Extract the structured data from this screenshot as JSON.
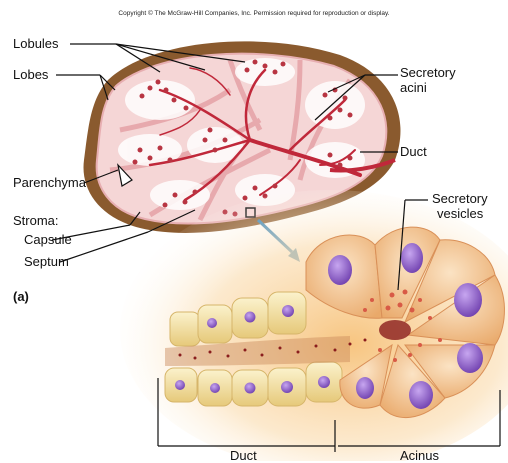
{
  "copyright": "Copyright © The McGraw-Hill Companies, Inc. Permission required for reproduction or display.",
  "labels": {
    "lobules": "Lobules",
    "lobes": "Lobes",
    "secretory_acini_line1": "Secretory",
    "secretory_acini_line2": "acini",
    "duct_top": "Duct",
    "parenchyma": "Parenchyma",
    "stroma": "Stroma:",
    "capsule": "Capsule",
    "septum": "Septum",
    "secretory_vesicles_line1": "Secretory",
    "secretory_vesicles_line2": "vesicles",
    "panel": "(a)",
    "duct_bottom": "Duct",
    "acinus": "Acinus"
  },
  "colors": {
    "capsule": "#8a5a2e",
    "gland_pink": "#f2cfd0",
    "duct_red": "#c0283a",
    "acinus_cell": "#f3c89a",
    "nucleus": "#9a6fd0",
    "duct_cell": "#f6e7a8",
    "arrow": "#2e7fb5"
  }
}
